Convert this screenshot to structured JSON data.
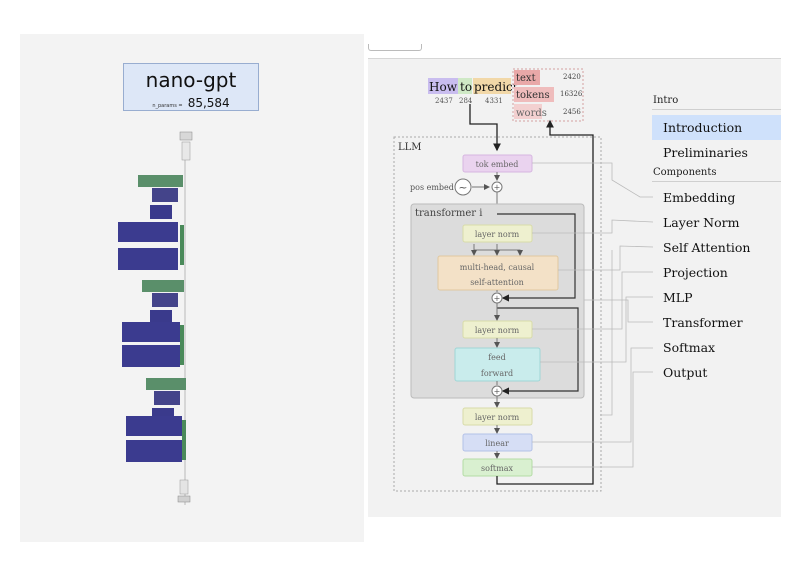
{
  "model_card": {
    "title": "nano-gpt",
    "params_label": "n_params =",
    "params_value": "85,584"
  },
  "input": {
    "tokens": [
      {
        "word": "How",
        "id": "2437"
      },
      {
        "word": "to",
        "id": "284"
      },
      {
        "word": "predict",
        "id": "4331"
      }
    ],
    "legend": [
      {
        "label": "text",
        "count": "2420"
      },
      {
        "label": "tokens",
        "count": "16326"
      },
      {
        "label": "words",
        "count": "2456"
      }
    ]
  },
  "diagram": {
    "llm_label": "LLM",
    "tok_embed": "tok embed",
    "pos_embed": "pos embed",
    "transformer_label": "transformer i",
    "layer_norm_1": "layer norm",
    "attention_line1": "multi-head, causal",
    "attention_line2": "self-attention",
    "layer_norm_2": "layer norm",
    "ff_line1": "feed",
    "ff_line2": "forward",
    "layer_norm_3": "layer norm",
    "linear": "linear",
    "softmax": "softmax",
    "plus_sign": "+",
    "tilde_sign": "~"
  },
  "nav": {
    "intro_header": "Intro",
    "intro_items": [
      "Introduction",
      "Preliminaries"
    ],
    "components_header": "Components",
    "component_items": [
      "Embedding",
      "Layer Norm",
      "Self Attention",
      "Projection",
      "MLP",
      "Transformer",
      "Softmax",
      "Output"
    ],
    "active_item": "Introduction"
  },
  "colors": {
    "tok_embed": "#ead3ef",
    "layer_norm": "#eef0cf",
    "attention": "#f3e1c7",
    "feed_forward": "#c9ecec",
    "linear": "#d6def5",
    "softmax": "#d9f0d0",
    "nav_active": "#cfe1fb",
    "title_box": "#dde7f7"
  }
}
